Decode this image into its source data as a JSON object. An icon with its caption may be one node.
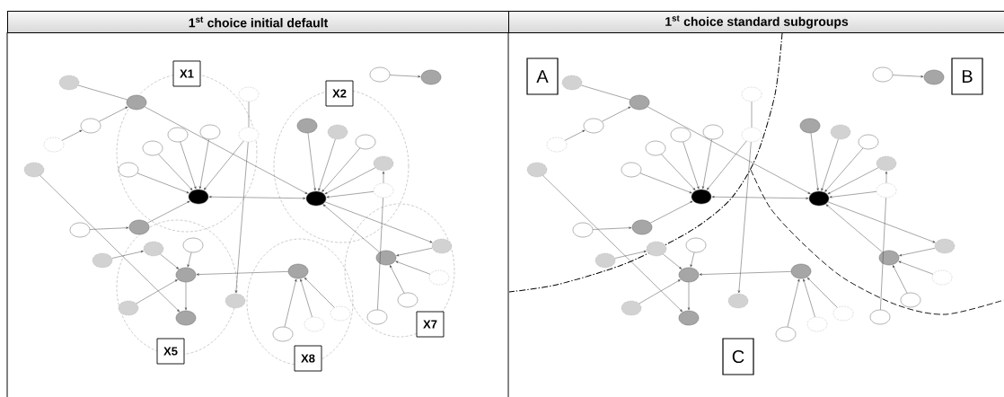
{
  "diagram": {
    "nodes": [
      {
        "text": [
          "1$^{st}$ choice initial default"
        ]
      },
      {
        "text": [
          "X1"
        ],
        "in": 0
      },
      {
        "text": [
          "X2"
        ],
        "in": 0
      },
      {
        "text": [
          "X5"
        ],
        "in": 0
      },
      {
        "text": [
          "X8"
        ],
        "in": 0
      },
      {
        "text": [
          "X7"
        ],
        "in": 0
      },
      {
        "text": [],
        "shape": "ellipse",
        "in": 0
      },
      {
        "text": [],
        "shape": "ellipse",
        "in": 1
      },
      {
        "text": [],
        "shape": "ellipse",
        "in": 0
      },
      {
        "text": [],
        "shape": "ellipse",
        "in": 0
      },
      {
        "text": [],
        "shape": "ellipse",
        "in": 0
      },
      {
        "text": [],
        "shape": "ellipse",
        "in": 1
      },
      {
        "text": [],
        "shape": "ellipse",
        "in": 1
      },
      {
        "text": [],
        "shape": "ellipse",
        "in": 1
      },
      {
        "text": [],
        "shape": "ellipse",
        "in": 1
      },
      {
        "text": [],
        "shape": "ellipse",
        "in": 0
      },
      {
        "text": [],
        "shape": "ellipse",
        "in": 1
      },
      {
        "text": [],
        "shape": "ellipse",
        "in": 1
      },
      {
        "text": [],
        "shape": "ellipse",
        "in": 2
      },
      {
        "text": [],
        "shape": "ellipse",
        "in": 2
      },
      {
        "text": [],
        "shape": "ellipse",
        "in": 2
      },
      {
        "text": [],
        "shape": "ellipse",
        "in": 2
      },
      {
        "text": [],
        "shape": "ellipse",
        "in": 2
      },
      {
        "text": [],
        "shape": "ellipse",
        "in": 2
      },
      {
        "text": [],
        "shape": "ellipse",
        "in": 0
      },
      {
        "text": [],
        "shape": "ellipse",
        "in": 0
      },
      {
        "text": [],
        "shape": "ellipse",
        "in": 0
      },
      {
        "text": [],
        "shape": "ellipse",
        "in": 0
      },
      {
        "text": [],
        "shape": "ellipse",
        "in": 0
      },
      {
        "text": [],
        "shape": "ellipse",
        "in": 3
      },
      {
        "text": [],
        "shape": "ellipse",
        "in": 3
      },
      {
        "text": [],
        "shape": "ellipse",
        "in": 3
      },
      {
        "text": [],
        "shape": "ellipse",
        "in": 3
      },
      {
        "text": [],
        "shape": "ellipse",
        "in": 3
      },
      {
        "text": [],
        "shape": "ellipse",
        "in": 0
      },
      {
        "text": [],
        "shape": "ellipse",
        "in": 4
      },
      {
        "text": [],
        "shape": "ellipse",
        "in": 4
      },
      {
        "text": [],
        "shape": "ellipse",
        "in": 4
      },
      {
        "text": [],
        "shape": "ellipse",
        "in": 4
      },
      {
        "text": [],
        "shape": "ellipse",
        "in": 5
      },
      {
        "text": [],
        "shape": "ellipse",
        "in": 5
      },
      {
        "text": [],
        "shape": "ellipse",
        "in": 5
      },
      {
        "text": [],
        "shape": "ellipse",
        "in": 5
      },
      {
        "text": [],
        "shape": "ellipse",
        "in": 5
      },
      {
        "text": [
          "1$^{st}$ choice standard subgroups"
        ]
      },
      {
        "text": [],
        "shape": "ellipse",
        "in": 44
      },
      {
        "text": [],
        "shape": "ellipse",
        "in": 44
      },
      {
        "text": [],
        "shape": "ellipse",
        "in": 44
      },
      {
        "text": [],
        "shape": "ellipse",
        "in": 44
      },
      {
        "text": [],
        "shape": "ellipse",
        "in": 44
      },
      {
        "text": [],
        "shape": "ellipse",
        "in": 44
      },
      {
        "text": [],
        "shape": "ellipse",
        "in": 44
      },
      {
        "text": [],
        "shape": "ellipse",
        "in": 44
      },
      {
        "text": [],
        "shape": "ellipse",
        "in": 44
      },
      {
        "text": [],
        "shape": "ellipse",
        "in": 44
      },
      {
        "text": [],
        "shape": "ellipse",
        "in": 44
      },
      {
        "text": [],
        "shape": "ellipse",
        "in": 44
      },
      {
        "text": [],
        "shape": "ellipse",
        "in": 44
      },
      {
        "text": [],
        "shape": "ellipse",
        "in": 44
      },
      {
        "text": [],
        "shape": "ellipse",
        "in": 44
      },
      {
        "text": [],
        "shape": "ellipse",
        "in": 44
      },
      {
        "text": [],
        "shape": "ellipse",
        "in": 44
      },
      {
        "text": [],
        "shape": "ellipse",
        "in": 44
      },
      {
        "text": [],
        "shape": "ellipse",
        "in": 44
      },
      {
        "text": [],
        "shape": "ellipse",
        "in": 44
      },
      {
        "text": [],
        "shape": "ellipse",
        "in": 44
      },
      {
        "text": [],
        "shape": "ellipse",
        "in": 44
      },
      {
        "text": [],
        "shape": "ellipse",
        "in": 44
      },
      {
        "text": [],
        "shape": "ellipse",
        "in": 44
      },
      {
        "text": [],
        "shape": "ellipse",
        "in": 44
      },
      {
        "text": [],
        "shape": "ellipse",
        "in": 44
      },
      {
        "text": [],
        "shape": "ellipse",
        "in": 44
      },
      {
        "text": [],
        "shape": "ellipse",
        "in": 44
      },
      {
        "text": [],
        "shape": "ellipse",
        "in": 44
      },
      {
        "text": [],
        "shape": "ellipse",
        "in": 44
      },
      {
        "text": [],
        "shape": "ellipse",
        "in": 44
      },
      {
        "text": [],
        "shape": "ellipse",
        "in": 44
      },
      {
        "text": [],
        "shape": "ellipse",
        "in": 44
      },
      {
        "text": [],
        "shape": "ellipse",
        "in": 44
      },
      {
        "text": [],
        "shape": "ellipse",
        "in": 44
      },
      {
        "text": [],
        "shape": "ellipse",
        "in": 44
      },
      {
        "text": [],
        "shape": "ellipse",
        "in": 44
      },
      {
        "text": [],
        "shape": "ellipse",
        "in": 44
      }
    ],
    "edges": [
      {
        "from": 6,
        "to": 7,
        "arrow": "none"
      },
      {
        "from": 7,
        "to": 18,
        "arrow": "to"
      },
      {
        "from": 9,
        "to": 8,
        "arrow": "to"
      },
      {
        "from": 8,
        "to": 7,
        "arrow": "to"
      },
      {
        "from": 10,
        "to": 33,
        "arrow": "to"
      },
      {
        "from": 11,
        "to": 17,
        "arrow": "to"
      },
      {
        "from": 12,
        "to": 17,
        "arrow": "to"
      },
      {
        "from": 13,
        "to": 17,
        "arrow": "to"
      },
      {
        "from": 14,
        "to": 17,
        "arrow": "to"
      },
      {
        "from": 16,
        "to": 17,
        "arrow": "to"
      },
      {
        "from": 15,
        "to": 16,
        "arrow": "none"
      },
      {
        "from": 16,
        "to": 34,
        "arrow": "to"
      },
      {
        "from": 17,
        "to": 18,
        "arrow": "both"
      },
      {
        "from": 19,
        "to": 18,
        "arrow": "to"
      },
      {
        "from": 20,
        "to": 18,
        "arrow": "to"
      },
      {
        "from": 21,
        "to": 18,
        "arrow": "to"
      },
      {
        "from": 22,
        "to": 18,
        "arrow": "to"
      },
      {
        "from": 23,
        "to": 18,
        "arrow": "to"
      },
      {
        "from": 23,
        "to": 22,
        "arrow": "to"
      },
      {
        "from": 23,
        "to": 43,
        "arrow": "none"
      },
      {
        "from": 24,
        "to": 25,
        "arrow": "to"
      },
      {
        "from": 18,
        "to": 39,
        "arrow": "to"
      },
      {
        "from": 40,
        "to": 18,
        "arrow": "to"
      },
      {
        "from": 39,
        "to": 40,
        "arrow": "to"
      },
      {
        "from": 41,
        "to": 40,
        "arrow": "to"
      },
      {
        "from": 42,
        "to": 40,
        "arrow": "to"
      },
      {
        "from": 26,
        "to": 27,
        "arrow": "to"
      },
      {
        "from": 27,
        "to": 17,
        "arrow": "to"
      },
      {
        "from": 28,
        "to": 29,
        "arrow": "to"
      },
      {
        "from": 29,
        "to": 31,
        "arrow": "to"
      },
      {
        "from": 30,
        "to": 31,
        "arrow": "to"
      },
      {
        "from": 32,
        "to": 31,
        "arrow": "to"
      },
      {
        "from": 31,
        "to": 33,
        "arrow": "to"
      },
      {
        "from": 35,
        "to": 31,
        "arrow": "to"
      },
      {
        "from": 36,
        "to": 35,
        "arrow": "to"
      },
      {
        "from": 37,
        "to": 35,
        "arrow": "to"
      },
      {
        "from": 38,
        "to": 35,
        "arrow": "to"
      },
      {
        "from": 45,
        "to": 46,
        "arrow": "none"
      },
      {
        "from": 46,
        "to": 57,
        "arrow": "to"
      },
      {
        "from": 48,
        "to": 47,
        "arrow": "to"
      },
      {
        "from": 47,
        "to": 46,
        "arrow": "to"
      },
      {
        "from": 49,
        "to": 72,
        "arrow": "to"
      },
      {
        "from": 50,
        "to": 56,
        "arrow": "to"
      },
      {
        "from": 51,
        "to": 56,
        "arrow": "to"
      },
      {
        "from": 52,
        "to": 56,
        "arrow": "to"
      },
      {
        "from": 53,
        "to": 56,
        "arrow": "to"
      },
      {
        "from": 55,
        "to": 56,
        "arrow": "to"
      },
      {
        "from": 54,
        "to": 55,
        "arrow": "none"
      },
      {
        "from": 55,
        "to": 73,
        "arrow": "to"
      },
      {
        "from": 56,
        "to": 57,
        "arrow": "both"
      },
      {
        "from": 58,
        "to": 57,
        "arrow": "to"
      },
      {
        "from": 59,
        "to": 57,
        "arrow": "to"
      },
      {
        "from": 60,
        "to": 57,
        "arrow": "to"
      },
      {
        "from": 61,
        "to": 57,
        "arrow": "to"
      },
      {
        "from": 62,
        "to": 57,
        "arrow": "to"
      },
      {
        "from": 62,
        "to": 61,
        "arrow": "to"
      },
      {
        "from": 62,
        "to": 82,
        "arrow": "none"
      },
      {
        "from": 63,
        "to": 64,
        "arrow": "to"
      },
      {
        "from": 57,
        "to": 78,
        "arrow": "to"
      },
      {
        "from": 79,
        "to": 57,
        "arrow": "to"
      },
      {
        "from": 78,
        "to": 79,
        "arrow": "to"
      },
      {
        "from": 80,
        "to": 79,
        "arrow": "to"
      },
      {
        "from": 81,
        "to": 79,
        "arrow": "to"
      },
      {
        "from": 65,
        "to": 66,
        "arrow": "to"
      },
      {
        "from": 66,
        "to": 56,
        "arrow": "to"
      },
      {
        "from": 67,
        "to": 68,
        "arrow": "to"
      },
      {
        "from": 68,
        "to": 70,
        "arrow": "to"
      },
      {
        "from": 69,
        "to": 70,
        "arrow": "to"
      },
      {
        "from": 71,
        "to": 70,
        "arrow": "to"
      },
      {
        "from": 70,
        "to": 72,
        "arrow": "to"
      },
      {
        "from": 74,
        "to": 70,
        "arrow": "to"
      },
      {
        "from": 75,
        "to": 74,
        "arrow": "to"
      },
      {
        "from": 76,
        "to": 74,
        "arrow": "to"
      },
      {
        "from": 77,
        "to": 74,
        "arrow": "to"
      }
    ],
    "labels": [
      "A",
      "B",
      "C"
    ]
  }
}
